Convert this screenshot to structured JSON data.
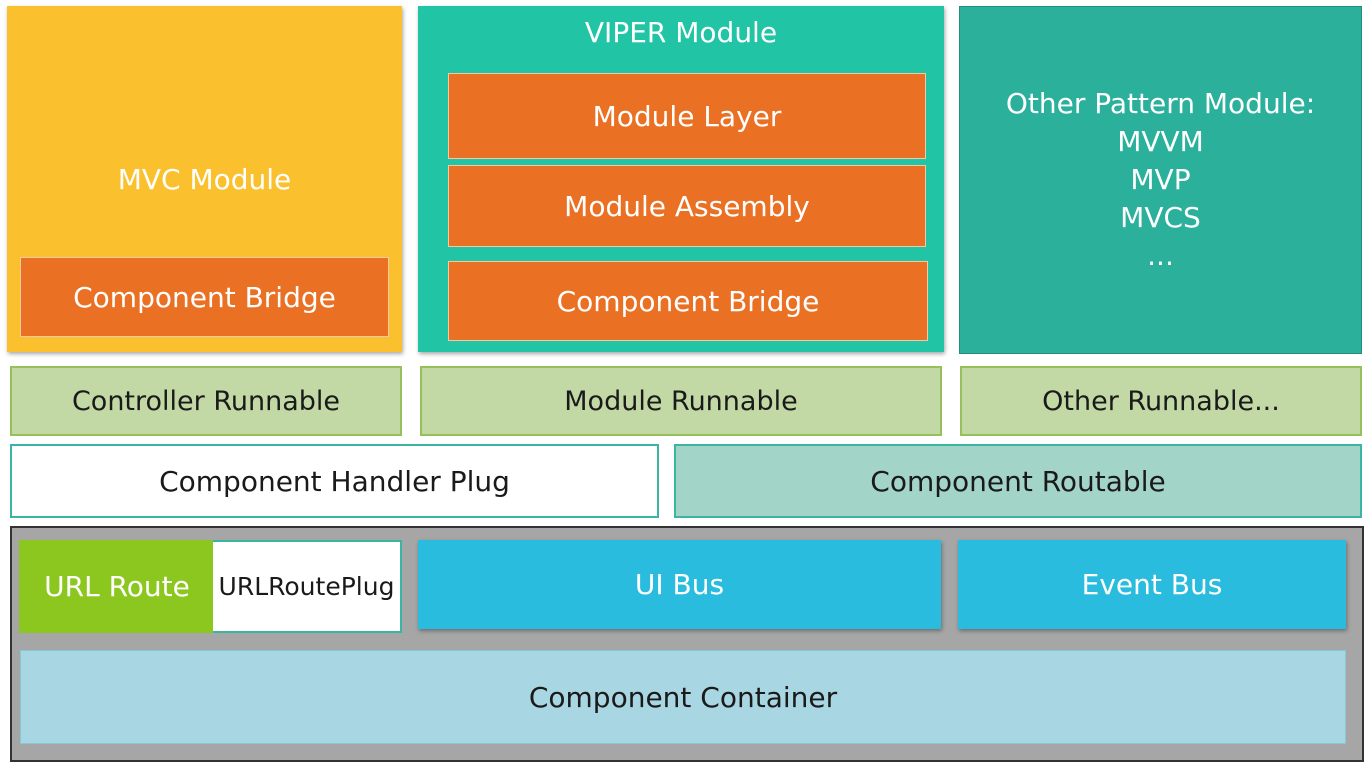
{
  "modules": {
    "mvc": {
      "title": "MVC Module",
      "bridge": "Component Bridge"
    },
    "viper": {
      "title": "VIPER Module",
      "layer": "Module Layer",
      "assembly": "Module Assembly",
      "bridge": "Component Bridge"
    },
    "other": {
      "lines": [
        "Other Pattern Module:",
        "MVVM",
        "MVP",
        "MVCS",
        "..."
      ]
    }
  },
  "runnables": {
    "controller": "Controller Runnable",
    "module": "Module Runnable",
    "other": "Other Runnable..."
  },
  "handler": {
    "plug": "Component Handler Plug",
    "routable": "Component Routable"
  },
  "infrastructure": {
    "url_route": "URL Route",
    "url_route_plug": "URLRoutePlug",
    "ui_bus": "UI Bus",
    "event_bus": "Event Bus",
    "container": "Component Container"
  },
  "colors": {
    "mvc": "#FBC02D",
    "viper": "#21C4A5",
    "other": "#2BB09C",
    "orange": "#EA7024",
    "runnable": "#C3D9A5",
    "routable": "#A3D4C8",
    "url_route": "#8BC71E",
    "bus": "#29BCDE",
    "container": "#A8D6E2",
    "frame": "#A6A6A6"
  }
}
